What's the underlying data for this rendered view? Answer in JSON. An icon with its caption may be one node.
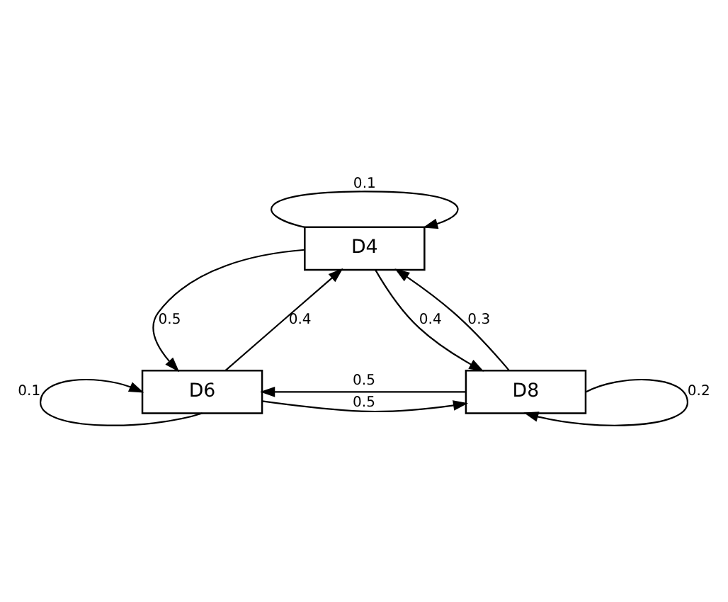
{
  "diagram": {
    "nodes": [
      {
        "text": [
          "D4"
        ]
      },
      {
        "text": [
          "D6"
        ]
      },
      {
        "text": [
          "D8"
        ]
      }
    ],
    "edges": [
      {
        "from": 0,
        "to": 0,
        "arrow": "to",
        "label": "0.1"
      },
      {
        "from": 0,
        "to": 1,
        "arrow": "to",
        "label": "0.5"
      },
      {
        "from": 1,
        "to": 0,
        "arrow": "to",
        "label": "0.4"
      },
      {
        "from": 0,
        "to": 2,
        "arrow": "to",
        "label": "0.4"
      },
      {
        "from": 2,
        "to": 0,
        "arrow": "to",
        "label": "0.3"
      },
      {
        "from": 2,
        "to": 1,
        "arrow": "to",
        "label": "0.5"
      },
      {
        "from": 1,
        "to": 2,
        "arrow": "to",
        "label": "0.5"
      },
      {
        "from": 1,
        "to": 1,
        "arrow": "to",
        "label": "0.1"
      },
      {
        "from": 2,
        "to": 2,
        "arrow": "to",
        "label": "0.2"
      }
    ]
  }
}
